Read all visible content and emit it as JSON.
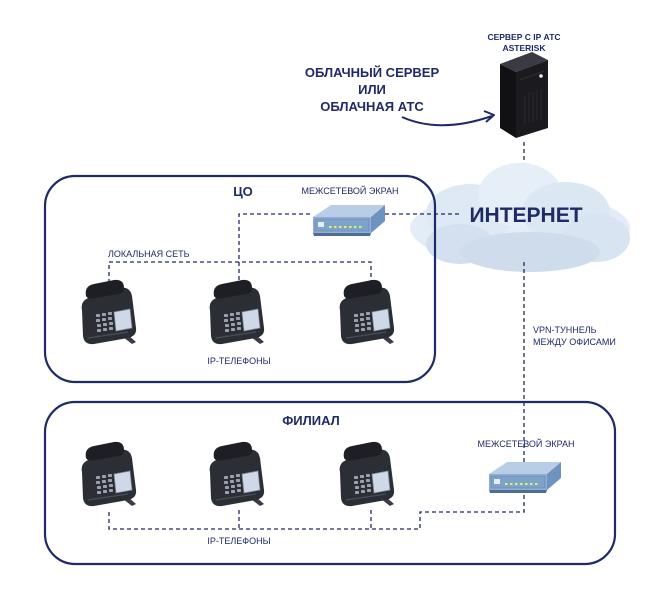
{
  "colors": {
    "navy": "#1f2a66",
    "cloud": "#dfe9f5",
    "phone_body": "#2b2e35",
    "firewall": "#8fb0d6",
    "server": "#1b1b1f"
  },
  "server": {
    "title_line1": "СЕРВЕР С IP АТС",
    "title_line2": "ASTERISK",
    "icon": "server-tower-icon"
  },
  "cloud_label": {
    "line1": "ОБЛАЧНЫЙ СЕРВЕР",
    "line2": "ИЛИ",
    "line3": "ОБЛАЧНАЯ АТС"
  },
  "internet": {
    "label": "ИНТЕРНЕТ",
    "icon": "cloud-icon"
  },
  "vpn": {
    "line1": "VPN-ТУННЕЛЬ",
    "line2": "МЕЖДУ ОФИСАМИ"
  },
  "hq": {
    "title": "ЦО",
    "firewall_label": "МЕЖСЕТЕВОЙ ЭКРАН",
    "lan_label": "ЛОКАЛЬНАЯ СЕТЬ",
    "phones_label": "IP-ТЕЛЕФОНЫ"
  },
  "branch": {
    "title": "ФИЛИАЛ",
    "firewall_label": "МЕЖСЕТЕВОЙ ЭКРАН",
    "phones_label": "IP-ТЕЛЕФОНЫ"
  }
}
